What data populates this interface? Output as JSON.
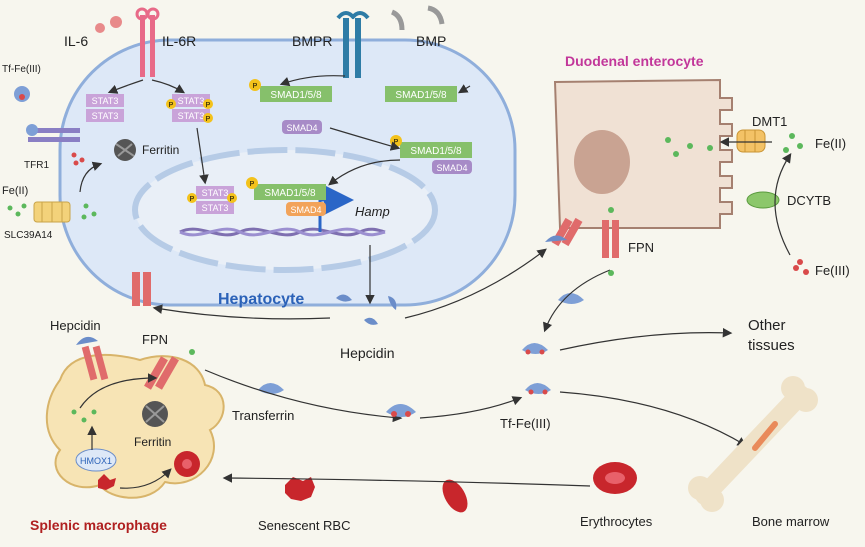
{
  "labels": {
    "il6": "IL-6",
    "il6r": "IL-6R",
    "bmpr": "BMPR",
    "bmp": "BMP",
    "tf_fe3_left": "Tf-Fe(III)",
    "tfr1": "TFR1",
    "fe2_left": "Fe(II)",
    "slc39a14": "SLC39A14",
    "ferritin_hep": "Ferritin",
    "stat3": "STAT3",
    "smad158": "SMAD1/5/8",
    "smad4": "SMAD4",
    "phospho": "P",
    "hamp": "Hamp",
    "hepatocyte": "Hepatocyte",
    "hepcidin_center": "Hepcidin",
    "hepcidin_left": "Hepcidin",
    "fpn_macro": "FPN",
    "ferritin_macro": "Ferritin",
    "hmox1": "HMOX1",
    "splenic_macrophage": "Splenic macrophage",
    "transferrin": "Transferrin",
    "senescent_rbc": "Senescent RBC",
    "erythrocytes": "Erythrocytes",
    "tf_fe3_center": "Tf-Fe(III)",
    "bone_marrow": "Bone marrow",
    "other_tissues_1": "Other",
    "other_tissues_2": "tissues",
    "duodenal_enterocyte": "Duodenal enterocyte",
    "dmt1": "DMT1",
    "fe2_right": "Fe(II)",
    "dcytb": "DCYTB",
    "fe3_right": "Fe(III)",
    "fpn_enterocyte": "FPN"
  },
  "colors": {
    "background": "#f7f6ee",
    "hepatocyte_fill": "#dde8f7",
    "hepatocyte_stroke": "#8faedb",
    "enterocyte_fill": "#f0e1d4",
    "macrophage_fill": "#f7e4b5",
    "stat3": "#c9a3d9",
    "smad": "#86c06b",
    "smad4": "#a78bc7",
    "phospho": "#f3c21b",
    "fpn": "#e06b6b",
    "transferrin": "#7e9fd6",
    "iron_green": "#5cb85c",
    "iron_red": "#d94a4a",
    "duodenal_title": "#c2379a",
    "macrophage_title": "#b02020",
    "hepatocyte_title": "#2b62b8"
  },
  "icons": [
    "il6-receptor-icon",
    "bmpr-receptor-icon",
    "ferroportin-channel-icon",
    "transferrin-icon",
    "ferritin-icon",
    "erythrocyte-icon",
    "bone-icon",
    "dna-helix-icon"
  ]
}
